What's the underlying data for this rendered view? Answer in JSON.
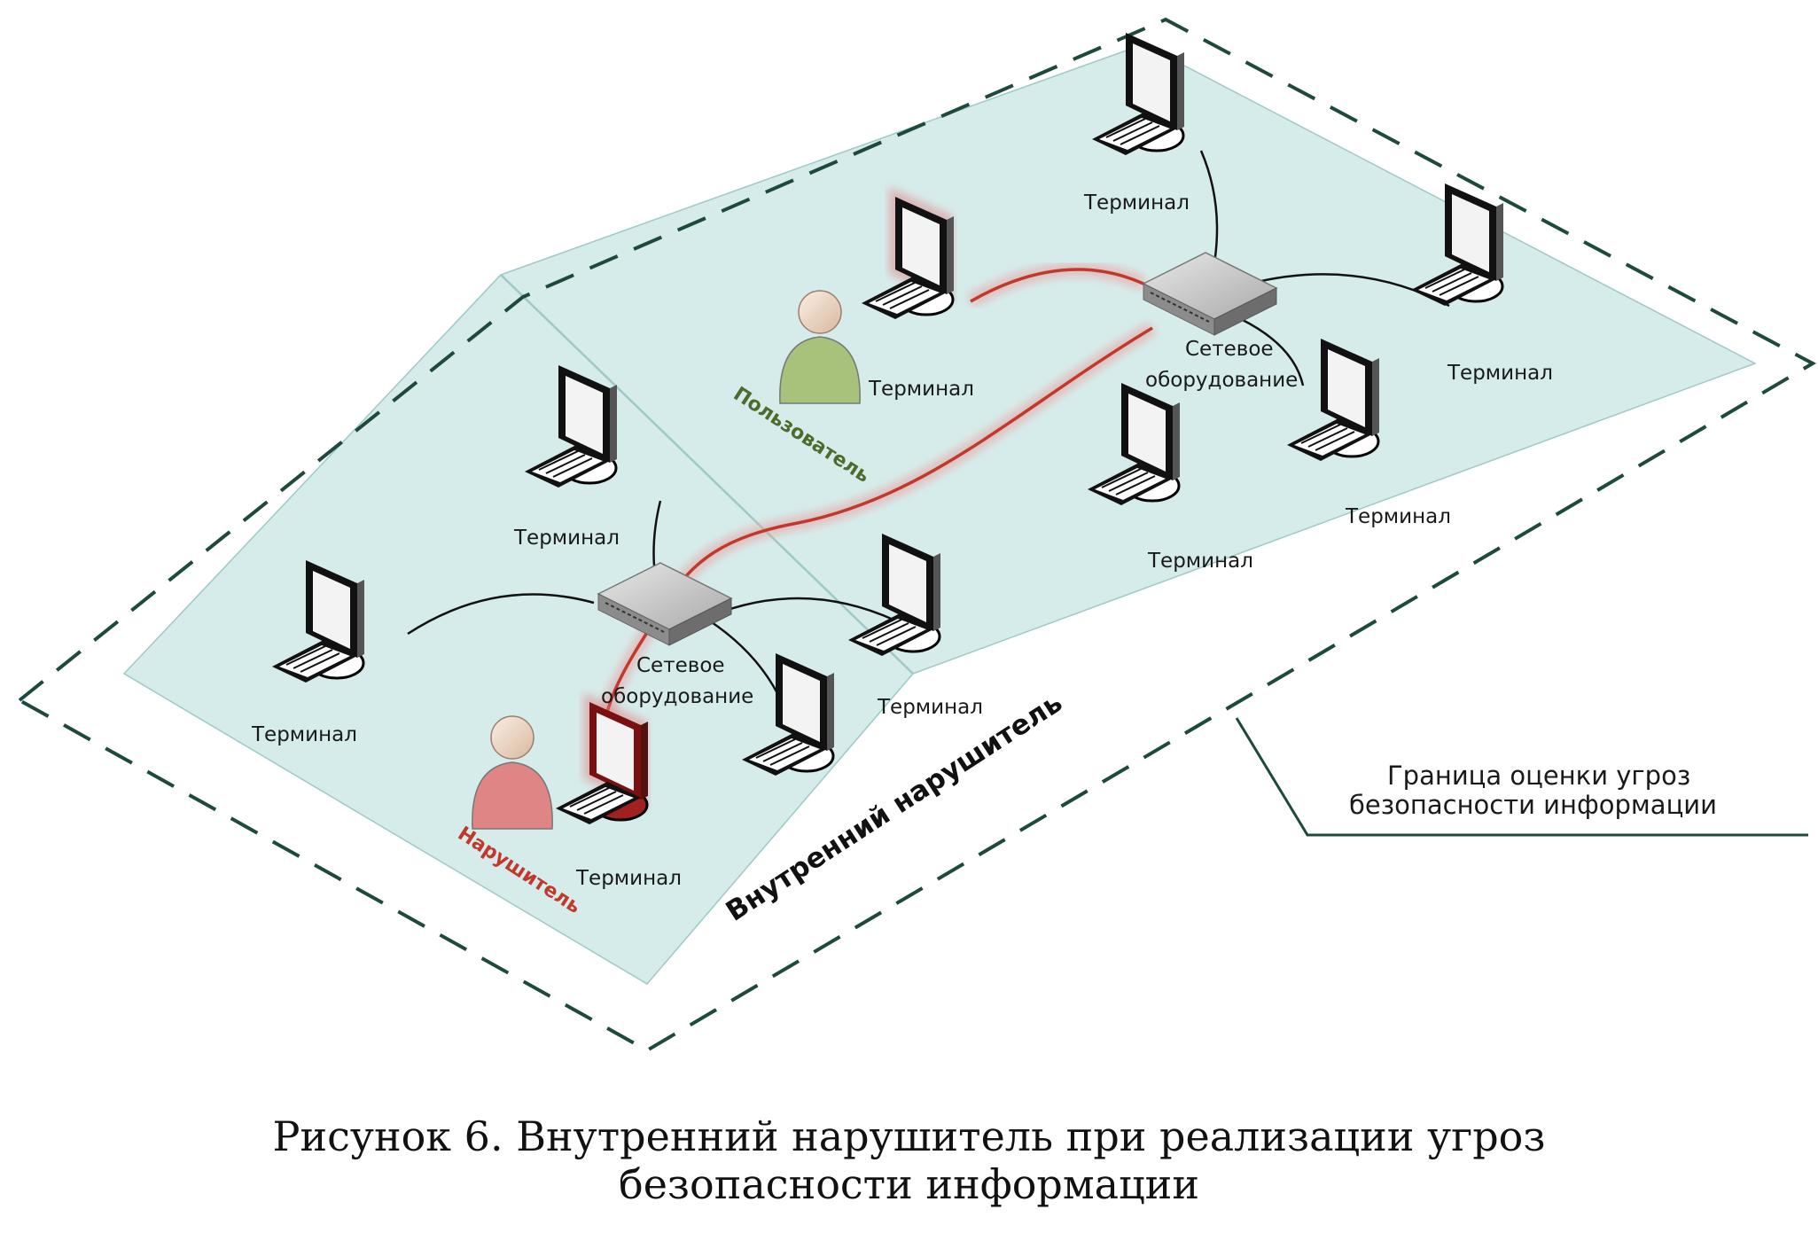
{
  "zone_labels": {
    "internal_violator": "Внутренний нарушитель",
    "boundary_line1": "Граница оценки угроз",
    "boundary_line2": "безопасности информации"
  },
  "network_equipment": {
    "line1": "Сетевое",
    "line2": "оборудование"
  },
  "terminal_label": "Терминал",
  "persons": {
    "user": "Пользователь",
    "violator": "Нарушитель"
  },
  "caption": {
    "line1": "Рисунок 6. Внутренний нарушитель при реализации угроз",
    "line2": "безопасности информации"
  },
  "colors": {
    "zone_fill": "#d6eceb",
    "boundary_dash": "#1e4a3c",
    "attack_path": "#c0392b",
    "user_figure": "#a9c27b",
    "violator_figure": "#e08585"
  }
}
